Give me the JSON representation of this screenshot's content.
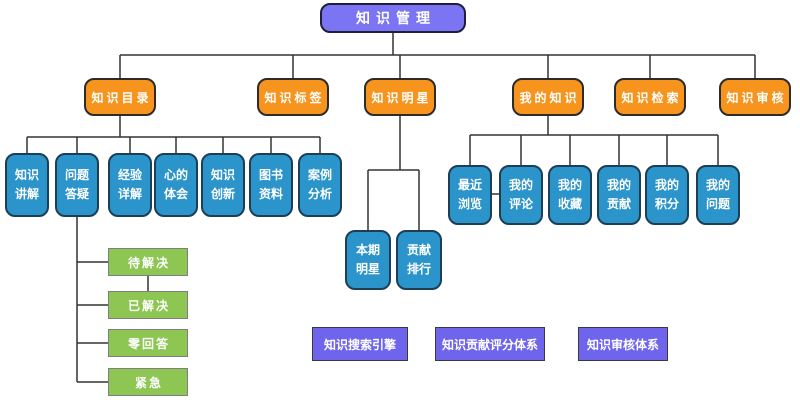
{
  "diagram": {
    "title": "知识管理",
    "colors": {
      "root_fill": "#7b74f3",
      "level2_fill": "#f7941d",
      "level3_fill": "#2a94cb",
      "green_fill": "#8dc653",
      "purple_rect_fill": "#6f64ec",
      "line": "#333333",
      "text": "#ffffff"
    },
    "root": {
      "label": "知识管理"
    },
    "level2": [
      {
        "label": "知识目录"
      },
      {
        "label": "知识标签"
      },
      {
        "label": "知识明星"
      },
      {
        "label": "我的知识"
      },
      {
        "label": "知识检索"
      },
      {
        "label": "知识审核"
      }
    ],
    "catalog_children": [
      {
        "label": "知识\n讲解"
      },
      {
        "label": "问题\n答疑"
      },
      {
        "label": "经验\n详解"
      },
      {
        "label": "心的\n体会"
      },
      {
        "label": "知识\n创新"
      },
      {
        "label": "图书\n资料"
      },
      {
        "label": "案例\n分析"
      }
    ],
    "qa_children": [
      {
        "label": "待解决"
      },
      {
        "label": "已解决"
      },
      {
        "label": "零回答"
      },
      {
        "label": "紧急"
      }
    ],
    "star_children": [
      {
        "label": "本期\n明星"
      },
      {
        "label": "贡献\n排行"
      }
    ],
    "my_children": [
      {
        "label": "最近\n浏览"
      },
      {
        "label": "我的\n评论"
      },
      {
        "label": "我的\n收藏"
      },
      {
        "label": "我的\n贡献"
      },
      {
        "label": "我的\n积分"
      },
      {
        "label": "我的\n问题"
      }
    ],
    "bottom_boxes": [
      {
        "label": "知识搜索引擎"
      },
      {
        "label": "知识贡献评分体系"
      },
      {
        "label": "知识审核体系"
      }
    ]
  }
}
